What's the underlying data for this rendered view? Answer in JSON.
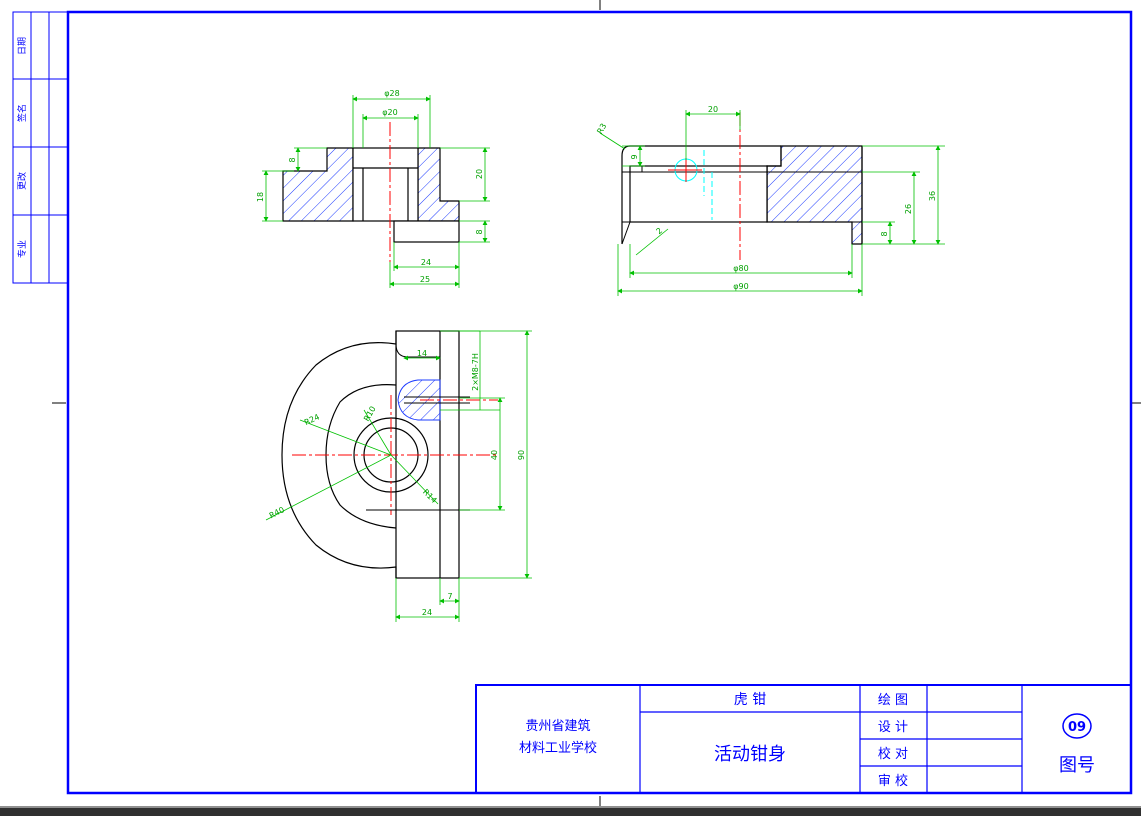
{
  "drawing": {
    "side_strip": [
      "日期",
      "签名",
      "更改",
      "专业"
    ],
    "title_block": {
      "school_line1": "贵州省建筑",
      "school_line2": "材料工业学校",
      "assembly_name": "虎  钳",
      "part_name": "活动钳身",
      "roles": [
        "绘 图",
        "设 计",
        "校 对",
        "审 校"
      ],
      "drawing_no": "09",
      "drawing_no_label": "图号"
    },
    "dimensions": {
      "front": [
        "φ28",
        "φ20",
        "8",
        "18",
        "20",
        "8",
        "24",
        "25"
      ],
      "side": [
        "20",
        "R3",
        "9",
        "36",
        "26",
        "8",
        "2",
        "φ80",
        "φ90"
      ],
      "top": [
        "14",
        "2×M8-7H",
        "R24",
        "R10",
        "40",
        "90",
        "R14",
        "R40",
        "24",
        "7"
      ]
    },
    "colors": {
      "frame": "#0000ff",
      "outline": "#000000",
      "dimension": "#00c000",
      "centerline": "#ff0000",
      "hidden": "#00ffff",
      "thread": "#1e3cff"
    }
  }
}
